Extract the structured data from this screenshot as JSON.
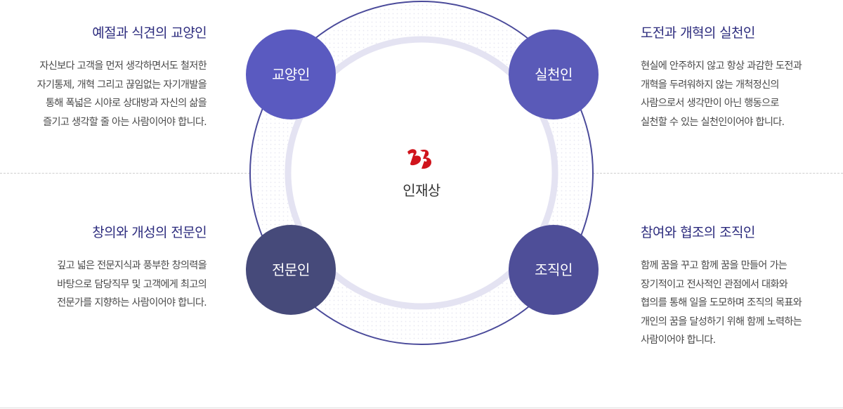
{
  "center": {
    "title": "인재상"
  },
  "nodes": {
    "top_left": "교양인",
    "top_right": "실천인",
    "bottom_left": "전문인",
    "bottom_right": "조직인"
  },
  "blocks": {
    "top_left": {
      "title": "예절과 식견의 교양인",
      "body": "자신보다 고객을 먼저 생각하면서도 철저한\n자기통제, 개혁 그리고 끊임없는 자기개발을\n통해 폭넓은 시야로 상대방과 자신의 삶을\n즐기고 생각할 줄 아는 사람이어야 합니다."
    },
    "top_right": {
      "title": "도전과 개혁의 실천인",
      "body": "현실에 안주하지 않고 항상 과감한 도전과\n개혁을 두려워하지 않는 개척정신의\n사람으로서 생각만이 아닌 행동으로\n실천할 수 있는 실천인이어야 합니다."
    },
    "bottom_left": {
      "title": "창의와 개성의 전문인",
      "body": "깊고 넓은 전문지식과 풍부한 창의력을\n바탕으로 담당직무 및 고객에게 최고의\n전문가를 지향하는 사람이어야 합니다."
    },
    "bottom_right": {
      "title": "참여와 협조의 조직인",
      "body": "함께 꿈을 꾸고 함께 꿈을 만들어 가는\n장기적이고 전사적인 관점에서 대화와\n협의를 통해 일을 도모하며 조직의 목표와\n개인의 꿈을 달성하기 위해 함께 노력하는\n사람이어야 합니다."
    }
  },
  "colors": {
    "title_text": "#2d2c7e",
    "outer_ring": "#4a4a9a",
    "inner_ring": "#e4e3f2",
    "node_top_left": "#5a5ac0",
    "node_top_right": "#5a5ab8",
    "node_bottom_left": "#464a7a",
    "node_bottom_right": "#4e4e98",
    "logo": "#d0141c"
  }
}
